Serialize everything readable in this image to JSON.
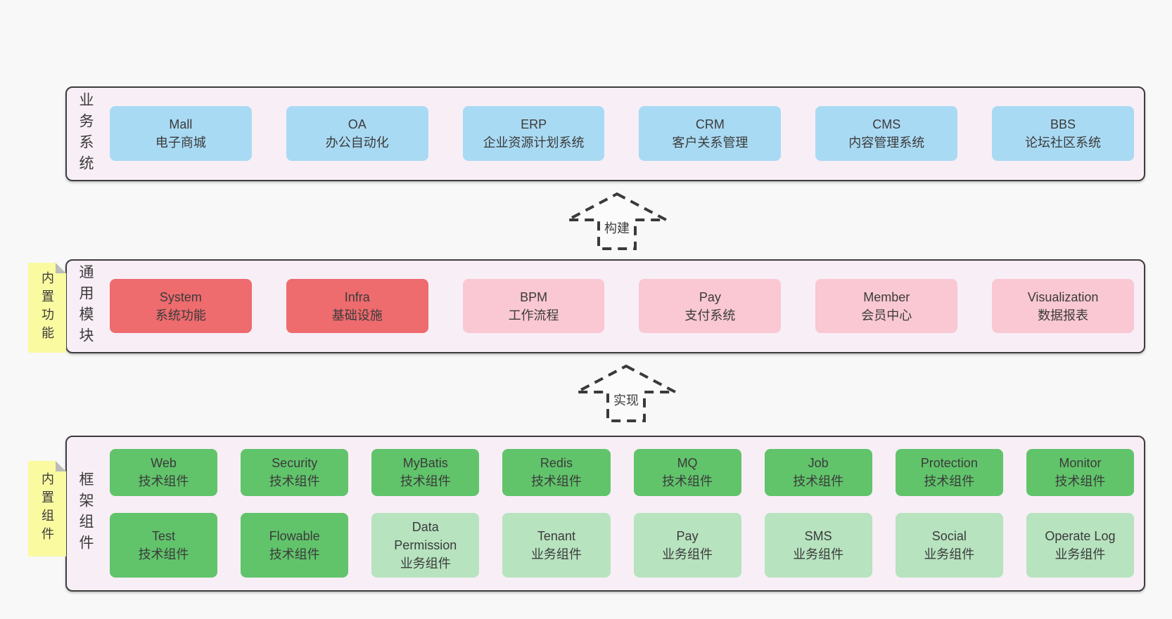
{
  "diagram": {
    "arrows": [
      {
        "label": "构建"
      },
      {
        "label": "实现"
      }
    ],
    "layers": [
      {
        "label": "业务系统",
        "boxes": [
          {
            "title": "Mall",
            "subtitle": "电子商城",
            "color": "blue"
          },
          {
            "title": "OA",
            "subtitle": "办公自动化",
            "color": "blue"
          },
          {
            "title": "ERP",
            "subtitle": "企业资源计划系统",
            "color": "blue"
          },
          {
            "title": "CRM",
            "subtitle": "客户关系管理",
            "color": "blue"
          },
          {
            "title": "CMS",
            "subtitle": "内容管理系统",
            "color": "blue"
          },
          {
            "title": "BBS",
            "subtitle": "论坛社区系统",
            "color": "blue"
          }
        ]
      },
      {
        "label": "通用模块",
        "sticky": "内置功能",
        "boxes": [
          {
            "title": "System",
            "subtitle": "系统功能",
            "color": "red"
          },
          {
            "title": "Infra",
            "subtitle": "基础设施",
            "color": "red"
          },
          {
            "title": "BPM",
            "subtitle": "工作流程",
            "color": "pink"
          },
          {
            "title": "Pay",
            "subtitle": "支付系统",
            "color": "pink"
          },
          {
            "title": "Member",
            "subtitle": "会员中心",
            "color": "pink"
          },
          {
            "title": "Visualization",
            "subtitle": "数据报表",
            "color": "pink"
          }
        ]
      },
      {
        "label": "框架组件",
        "sticky": "内置组件",
        "boxes": [
          {
            "title": "Web",
            "subtitle": "技术组件",
            "color": "green"
          },
          {
            "title": "Security",
            "subtitle": "技术组件",
            "color": "green"
          },
          {
            "title": "MyBatis",
            "subtitle": "技术组件",
            "color": "green"
          },
          {
            "title": "Redis",
            "subtitle": "技术组件",
            "color": "green"
          },
          {
            "title": "MQ",
            "subtitle": "技术组件",
            "color": "green"
          },
          {
            "title": "Job",
            "subtitle": "技术组件",
            "color": "green"
          },
          {
            "title": "Protection",
            "subtitle": "技术组件",
            "color": "green"
          },
          {
            "title": "Monitor",
            "subtitle": "技术组件",
            "color": "green"
          },
          {
            "title": "Test",
            "subtitle": "技术组件",
            "color": "green"
          },
          {
            "title": "Flowable",
            "subtitle": "技术组件",
            "color": "green"
          },
          {
            "title": "Data Permission",
            "subtitle": "业务组件",
            "color": "light-green"
          },
          {
            "title": "Tenant",
            "subtitle": "业务组件",
            "color": "light-green"
          },
          {
            "title": "Pay",
            "subtitle": "业务组件",
            "color": "light-green"
          },
          {
            "title": "SMS",
            "subtitle": "业务组件",
            "color": "light-green"
          },
          {
            "title": "Social",
            "subtitle": "业务组件",
            "color": "light-green"
          },
          {
            "title": "Operate Log",
            "subtitle": "业务组件",
            "color": "light-green"
          }
        ]
      }
    ],
    "colors": {
      "blue": "#a9daf3",
      "red": "#ee6b6e",
      "pink": "#f9c8d2",
      "green": "#61c46b",
      "light_green": "#b7e3bf",
      "sticky_yellow": "#fafaa1",
      "layer_bg": "#f8eef6",
      "layer_border": "#3d3d3d",
      "text": "#3b3b3b",
      "page_bg": "#f8f8f8"
    }
  }
}
